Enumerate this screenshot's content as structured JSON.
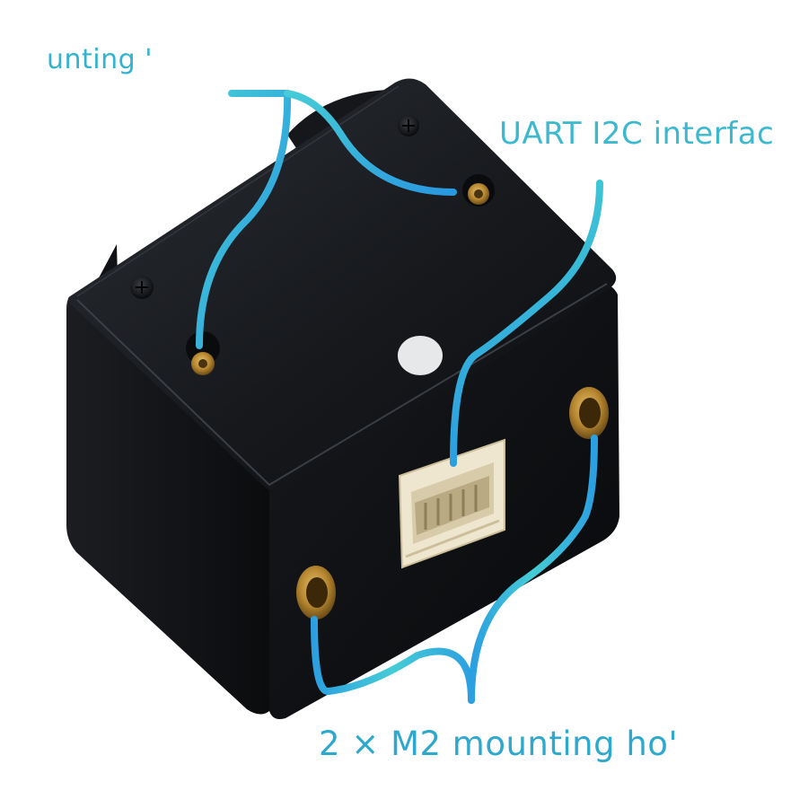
{
  "labels": {
    "top_left": "unting '",
    "top_right": "UART  I2C interfac",
    "bottom": "2 × M2 mounting ho'"
  },
  "colors": {
    "background": "#ffffff",
    "body_dark": "#0d0f12",
    "body_top": "#1c1f24",
    "body_side": "#121418",
    "line_cyan": "#40c8d2",
    "line_blue": "#2f9fe0",
    "label_cyan": "#3db9cf",
    "brass": "#c79a3a",
    "connector_ivory": "#efe6cf"
  }
}
